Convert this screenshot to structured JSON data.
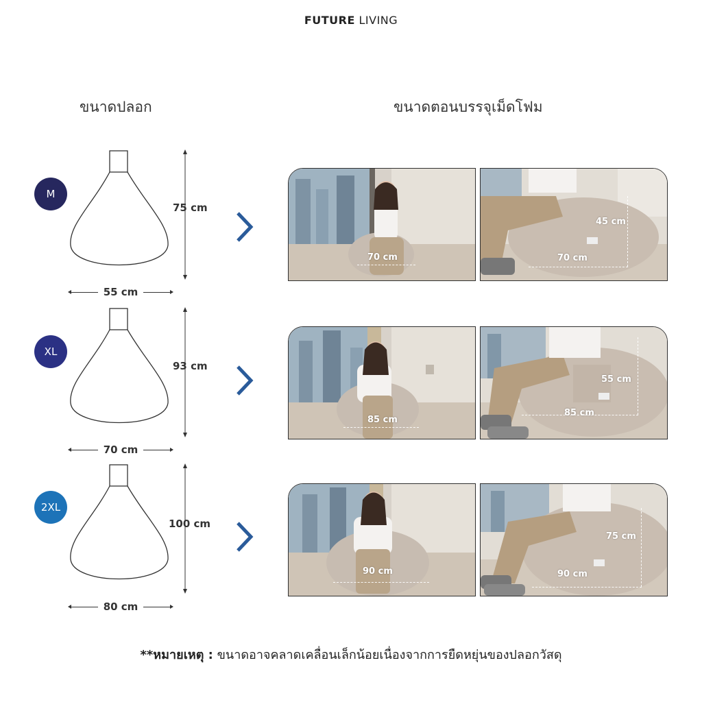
{
  "brand": {
    "part1": "FUTURE",
    "part2": "LIVING"
  },
  "headings": {
    "cover": "ขนาดปลอก",
    "filled": "ขนาดตอนบรรจุเม็ดโฟม"
  },
  "colors": {
    "badge_m": "#26275e",
    "badge_xl": "#2b3184",
    "badge_2xl": "#1d73b8",
    "chevron": "#2a5b9a"
  },
  "sizes": [
    {
      "label": "M",
      "cover_height": "75 cm",
      "cover_width": "55 cm",
      "photo_front_width": "70 cm",
      "photo_side_height": "45 cm",
      "photo_side_width": "70 cm"
    },
    {
      "label": "XL",
      "cover_height": "93 cm",
      "cover_width": "70 cm",
      "photo_front_width": "85 cm",
      "photo_side_height": "55 cm",
      "photo_side_width": "85 cm"
    },
    {
      "label": "2XL",
      "cover_height": "100 cm",
      "cover_width": "80 cm",
      "photo_front_width": "90 cm",
      "photo_side_height": "75 cm",
      "photo_side_width": "90 cm"
    }
  ],
  "footnote": {
    "prefix": "**หมายเหตุ :",
    "text": " ขนาดอาจคลาดเคลื่อนเล็กน้อยเนื่องจากการยืดหยุ่นของปลอกวัสดุ"
  }
}
